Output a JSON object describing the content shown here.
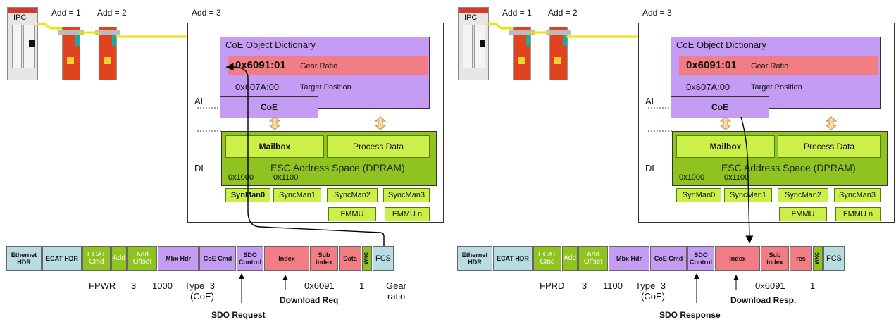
{
  "panels": [
    {
      "ipc_label": "IPC",
      "addr1": "Add = 1",
      "addr2": "Add = 2",
      "addr3": "Add = 3",
      "dictionary_title": "CoE Object Dictionary",
      "entry1_index": "0x6091:01",
      "entry1_name": "Gear Ratio",
      "entry2_index": "0x607A:00",
      "entry2_name": "Target Position",
      "al_label": "AL",
      "dl_label": "DL",
      "coe_label": "CoE",
      "mailbox_label": "Mailbox",
      "process_data_label": "Process Data",
      "esc_label": "ESC Address Space (DPRAM)",
      "addr_1000": "0x1000",
      "addr_1100": "0x1100",
      "syncman": [
        "SynMan0",
        "SyncMan1",
        "SyncMan2",
        "SyncMan3"
      ],
      "fmmu": [
        "FMMU",
        "FMMU n"
      ],
      "frame": [
        "Ethernet HDR",
        "ECAT HDR",
        "ECAT Cmd",
        "Add",
        "Add Offset",
        "Mbx Hdr",
        "CoE Cmd",
        "SDO Control",
        "Index",
        "Sub index",
        "Data",
        "WKC",
        "FCS"
      ],
      "cmd": "FPWR",
      "cmd_addr": "3",
      "cmd_offset": "1000",
      "type_line1": "Type=3",
      "type_line2": "(CoE)",
      "sdo_label": "SDO Request",
      "ctrl_label": "Download Req",
      "index_val": "0x6091",
      "subindex_val": "1",
      "data_line1": "Gear",
      "data_line2": "ratio"
    },
    {
      "ipc_label": "IPC",
      "addr1": "Add = 1",
      "addr2": "Add = 2",
      "addr3": "Add = 3",
      "dictionary_title": "CoE Object Dictionary",
      "entry1_index": "0x6091:01",
      "entry1_name": "Gear Ratio",
      "entry2_index": "0x607A:00",
      "entry2_name": "Target Position",
      "al_label": "AL",
      "dl_label": "DL",
      "coe_label": "CoE",
      "mailbox_label": "Mailbox",
      "process_data_label": "Process Data",
      "esc_label": "ESC Address Space (DPRAM)",
      "addr_1000": "0x1000",
      "addr_1100": "0x1100",
      "syncman": [
        "SynMan0",
        "SyncMan1",
        "SyncMan2",
        "SyncMan3"
      ],
      "fmmu": [
        "FMMU",
        "FMMU n"
      ],
      "frame": [
        "Ethernet HDR",
        "ECAT HDR",
        "ECAT Cmd",
        "Add",
        "Add Offset",
        "Mbx Hdr",
        "CoE Cmd",
        "SDO Control",
        "Index",
        "Sub index",
        "res",
        "WKC",
        "FCS"
      ],
      "cmd": "FPRD",
      "cmd_addr": "3",
      "cmd_offset": "1100",
      "type_line1": "Type=3",
      "type_line2": "(CoE)",
      "sdo_label": "SDO Response",
      "ctrl_label": "Download Resp.",
      "index_val": "0x6091",
      "subindex_val": "1",
      "data_line1": "",
      "data_line2": ""
    }
  ]
}
